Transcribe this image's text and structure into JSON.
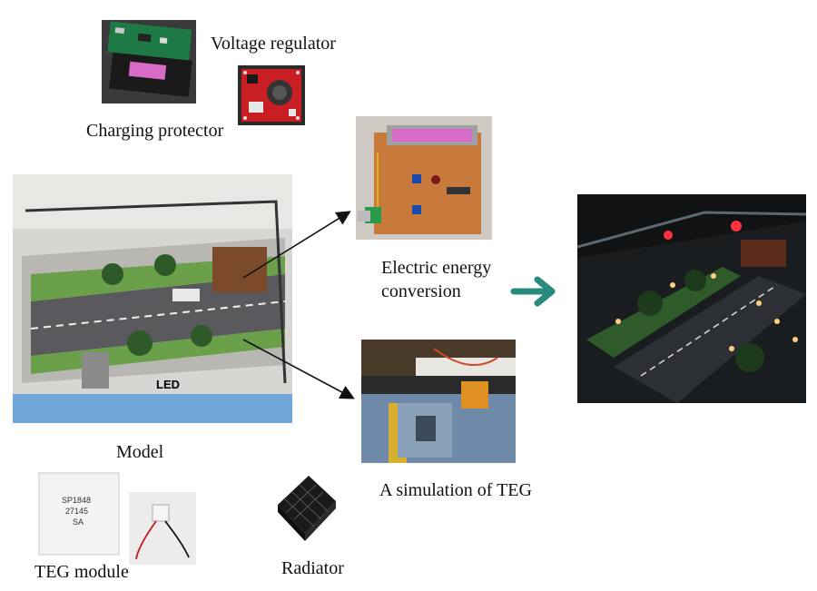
{
  "labels": {
    "charging_protector": "Charging protector",
    "voltage_regulator": "Voltage regulator",
    "electric_energy_conversion_line1": "Electric energy",
    "electric_energy_conversion_line2": "conversion",
    "model": "Model",
    "a_simulation_of_teg": "A simulation of TEG",
    "teg_module": "TEG module",
    "radiator": "Radiator",
    "led": "LED"
  },
  "teg_print": {
    "line1": "SP1848",
    "line2": "27145",
    "line3": "SA"
  },
  "colors": {
    "result_arrow": "#2a8a80",
    "pointer_arrow": "#111111"
  }
}
